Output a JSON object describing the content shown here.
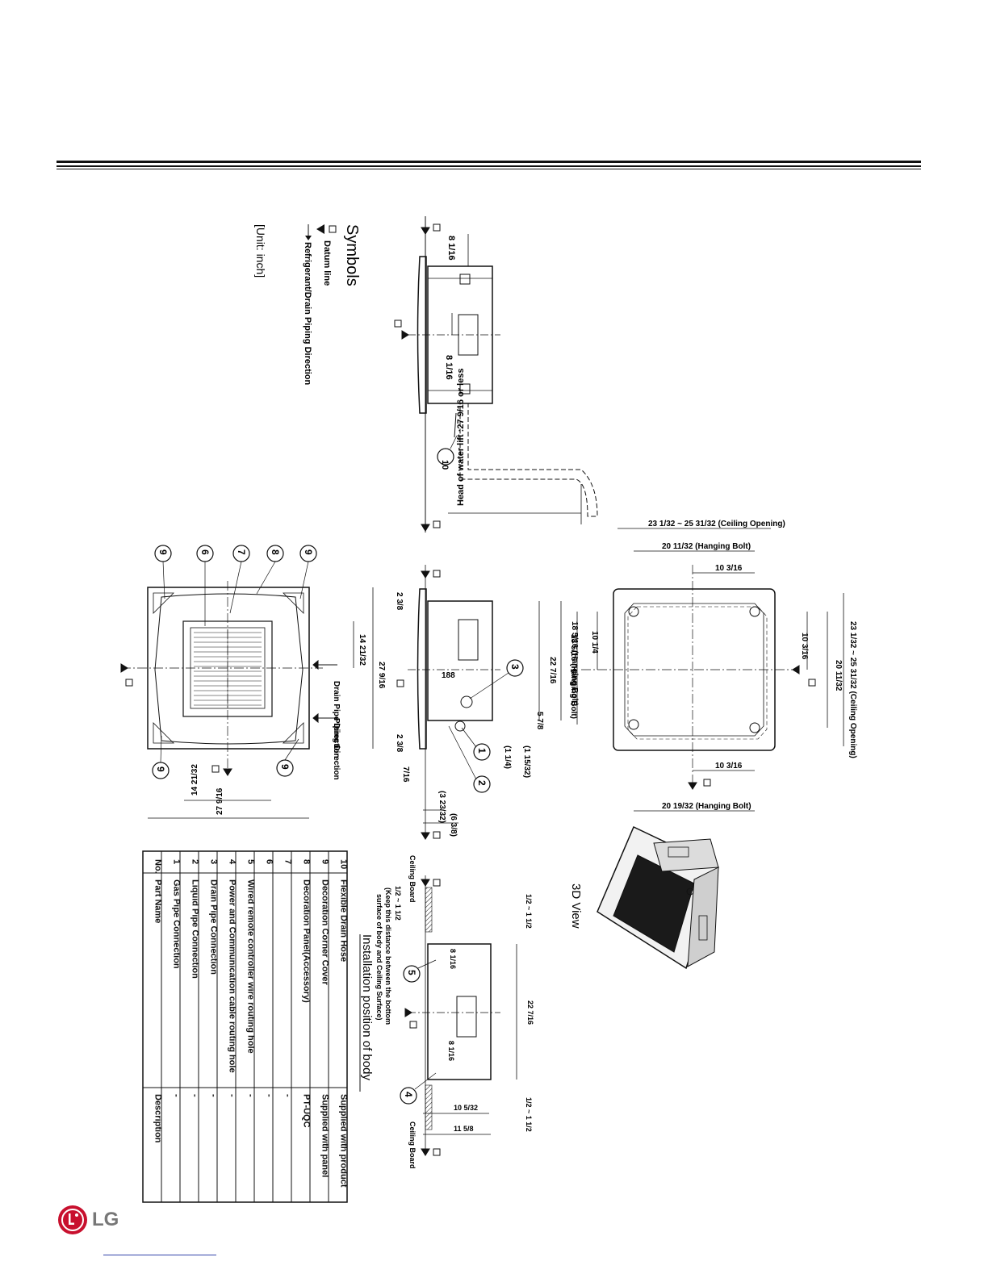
{
  "symbols": {
    "title": "Symbols",
    "datum": "Datum line",
    "direction": "Refrigerant/Drain Piping Direction",
    "unit": "[Unit: inch]"
  },
  "side_view": {
    "dim_top": "8 1/16",
    "dim_mid": "8 1/16",
    "head_lift": "Head of water lift :27 9/16  or less",
    "callout": "10"
  },
  "plan_panel": {
    "callouts": [
      "9",
      "6",
      "7",
      "8",
      "9",
      "9",
      "9"
    ],
    "dim_right": "14 21/32",
    "dim_right2": "27 9/16",
    "dim_bottom": "14 21/32",
    "dim_bottom2": "27 9/16",
    "drain_dir": "Drain Pipe Direction",
    "piping_dir": "Piping Direction"
  },
  "front_view": {
    "d1": "2 3/8",
    "d2": "2 3/8",
    "d3": "188",
    "d4": "22 7/16",
    "d5": "18 5/16 (Hanging Bolt)",
    "d6": "5 7/8",
    "d7": "(1 1/4)",
    "d8": "(1 15/32)",
    "d9": "(3 23/32)",
    "d10": "(6 3/8)",
    "d11": "7/16",
    "callouts": [
      "3",
      "1",
      "2"
    ]
  },
  "bolt_view": {
    "ceiling_opening_h": "23 1/32 ~ 25 31/32 (Ceiling Opening)",
    "hanging_bolt_top": "20 11/32 (Hanging Bolt)",
    "half_top": "10 3/16",
    "half_left": "10 1/4",
    "half_right": "10 3/16",
    "hanging_bolt_v": "18 5/16 (Hanging Bolt)",
    "bolt_v2": "20 11/32",
    "ceiling_opening_v": "23 1/32 ~ 25 31/32 (Ceiling Opening)",
    "half_bottom": "10 3/16",
    "hanging_bolt_bottom": "20 19/32 (Hanging Bolt)"
  },
  "view3d": {
    "label": "3D View"
  },
  "installation": {
    "title": "Installation position of body",
    "note1": "(Keep this distance between the bottom",
    "note2": "surface of body and Ceiling Surface)",
    "gap": "1/2 ~ 1 1/2",
    "ceiling_board": "Ceiling Board",
    "d1": "8 1/16",
    "d2": "22 7/16",
    "d3": "8 1/16",
    "d4": "10 5/32",
    "d5": "11 5/8",
    "callouts": [
      "5",
      "4"
    ]
  },
  "parts_table": {
    "headers": [
      "No.",
      "Part Name",
      "Description"
    ],
    "rows": [
      [
        "10",
        "Flexible Drain Hose",
        "Supplied with product"
      ],
      [
        "9",
        "Decoration Corner Cover",
        "Supplied with panel"
      ],
      [
        "8",
        "Decoration Panel(Accessory)",
        "PT-UQC"
      ],
      [
        "7",
        "",
        "-"
      ],
      [
        "6",
        "",
        "-"
      ],
      [
        "5",
        "Wired remote controller wire routing hole",
        "-"
      ],
      [
        "4",
        "Power and Communication cable routing hole",
        "-"
      ],
      [
        "3",
        "Drain Pipe Connection",
        "-"
      ],
      [
        "2",
        "Liquid Pipe Connection",
        "-"
      ],
      [
        "1",
        "Gas Pipe Connection",
        "-"
      ]
    ]
  },
  "logo": {
    "text": "LG",
    "color": "#c8102e"
  }
}
